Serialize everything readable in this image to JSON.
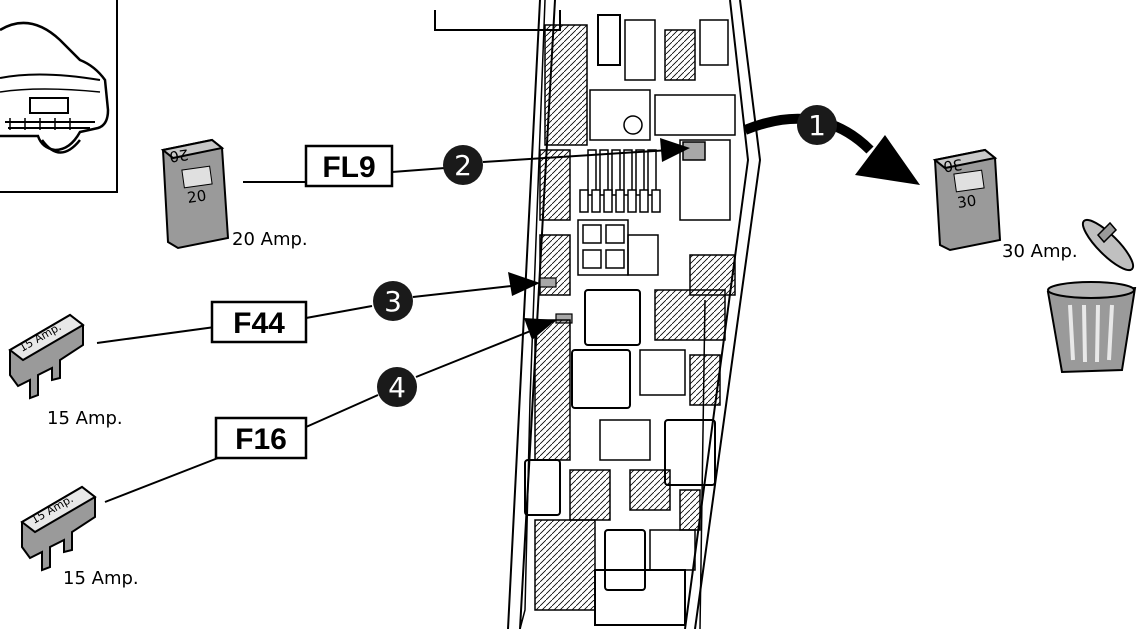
{
  "fuses": {
    "fl9": {
      "code": "FL9",
      "step": "1",
      "step2": "2",
      "old_rating": "30",
      "old_amp": "30 Amp.",
      "new_rating": "20",
      "new_amp": "20 Amp."
    },
    "f44": {
      "code": "F44",
      "step": "3",
      "label": "15 Amp.",
      "amp": "15 Amp."
    },
    "f16": {
      "code": "F16",
      "step": "4",
      "label": "15 Amp.",
      "amp": "15 Amp."
    }
  },
  "colors": {
    "badge": "#1a1a1a",
    "fuse_body": "#9a9a9a",
    "fuse_highlight": "#b5b5b5",
    "line": "#000000"
  }
}
